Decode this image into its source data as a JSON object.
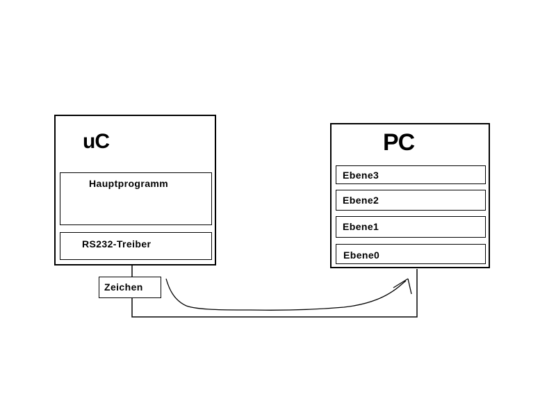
{
  "colors": {
    "background": "#ffffff",
    "line": "#000000",
    "text": "#000000"
  },
  "uc": {
    "title": "uC",
    "blocks": [
      {
        "label": "Hauptprogramm"
      },
      {
        "label": "RS232-Treiber"
      }
    ]
  },
  "pc": {
    "title": "PC",
    "levels": [
      {
        "label": "Ebene3"
      },
      {
        "label": "Ebene2"
      },
      {
        "label": "Ebene1"
      },
      {
        "label": "Ebene0"
      }
    ]
  },
  "message": {
    "label": "Zeichen"
  }
}
